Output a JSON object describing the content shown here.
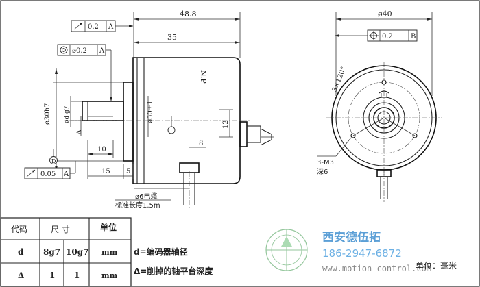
{
  "side_view": {
    "dim_overall": "48.8",
    "dim_body": "35",
    "nameplate": "N.P",
    "dim_body_diameter": "ø50±1",
    "dim_connector": "12",
    "dim_gland": "8",
    "dim_flat": "10",
    "dim_shaft": "15",
    "dim_flange": "5",
    "dim_spigot": "ø30h7",
    "dim_shaft_diameter": "ød g7",
    "dim_flat_depth": "Δ",
    "datum_d": "D",
    "tol_top": {
      "value": "0.2",
      "datum": "A"
    },
    "tol_concentricity": {
      "value": "ø0.2",
      "datum": "A"
    },
    "tol_bottom": {
      "value": "0.05",
      "datum": "A"
    },
    "cable_diameter": "ø6电缆",
    "cable_length": "标准长度1.5m"
  },
  "front_view": {
    "dim_diameter": "ø40",
    "tol_position": {
      "value": "0.2",
      "datum": "B"
    },
    "angle_note": "3×120°",
    "hole_thread": "3-M3",
    "hole_depth": "深6"
  },
  "table": {
    "headers": [
      "代码",
      "尺 寸",
      "单位"
    ],
    "rows": [
      [
        "d",
        "8g7",
        "10g7",
        "mm"
      ],
      [
        "Δ",
        "1",
        "1",
        "mm"
      ]
    ]
  },
  "notes": {
    "d": "d=编码器轴径",
    "delta": "Δ=削掉的轴平台深度",
    "unit": "单位：毫米"
  },
  "branding": {
    "company": "西安德伍拓",
    "phone": "186-2947-6872",
    "website": "www.motion-control.com"
  }
}
